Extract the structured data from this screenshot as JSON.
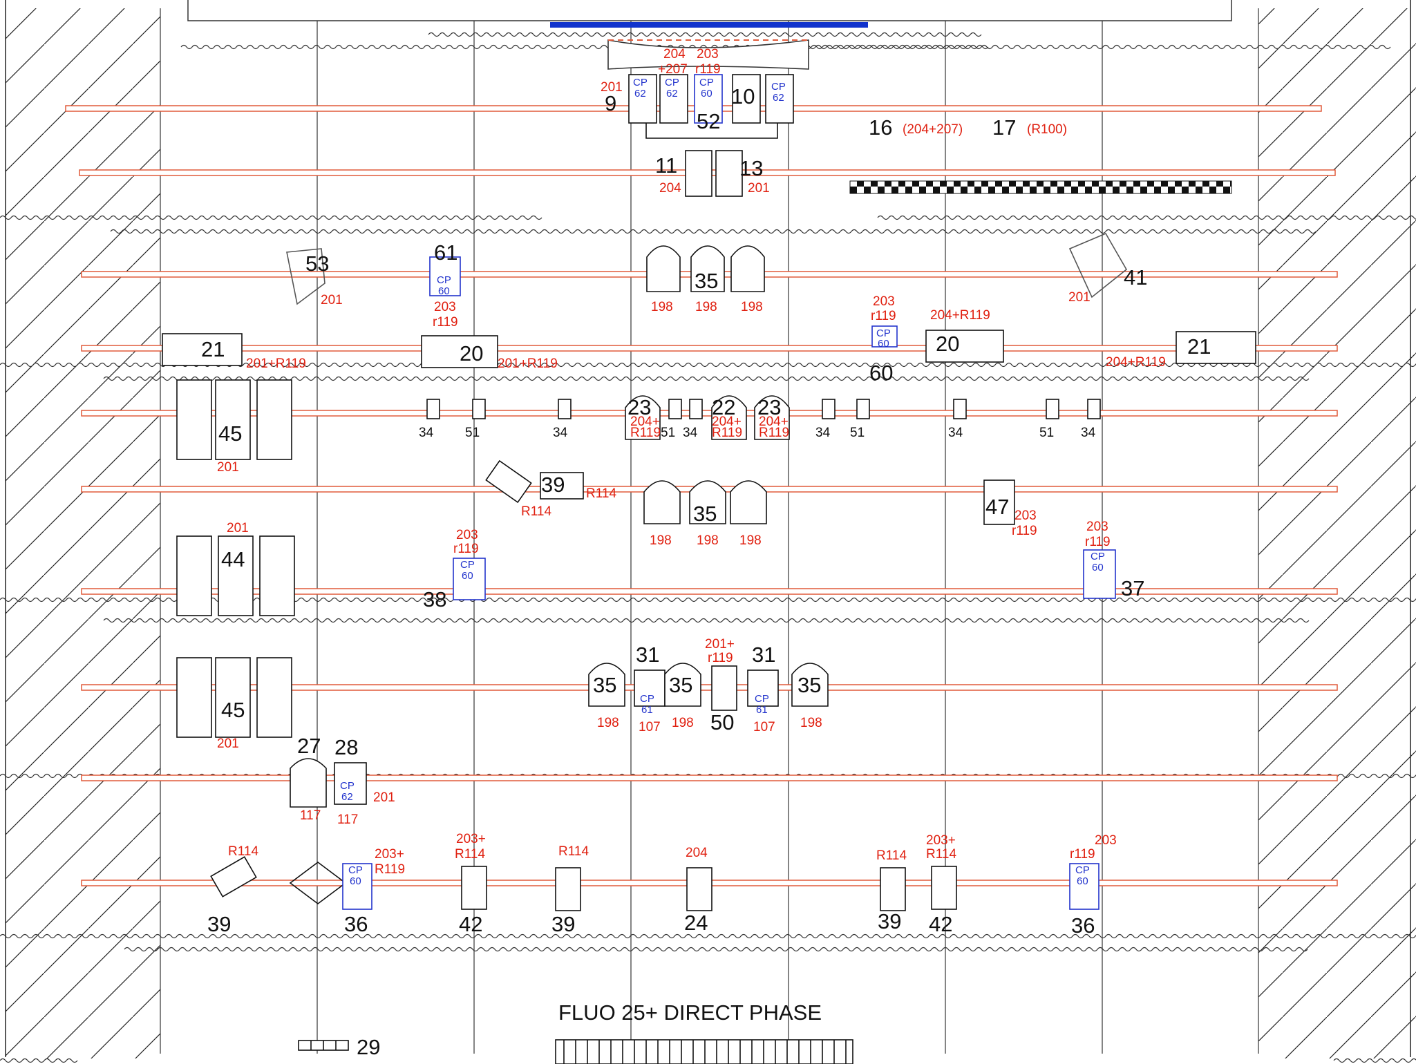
{
  "diagram_title": "FLUO 25+ DIRECT PHASE",
  "colors": {
    "pipe": "#e05a3a",
    "gel_label": "#e02010",
    "cp_label": "#2233cc",
    "stage_bar": "#1133cc",
    "line": "#111111"
  },
  "bars": [
    {
      "id": "bar-1",
      "label_16": "16",
      "gel_16": "(204+207)",
      "label_17": "17",
      "gel_17": "(R100)"
    },
    {
      "id": "bar-2",
      "l11": "11",
      "g11": "204",
      "l13": "13",
      "g13": "201"
    }
  ],
  "labels": {
    "n9": "9",
    "n10": "10",
    "n52": "52",
    "g201a": "201",
    "g204p207a": "204",
    "g204p207b": "+207",
    "g203a": "203",
    "gr119a": "r119",
    "cp62a": "CP",
    "cp62an": "62",
    "cp62b": "CP",
    "cp62bn": "62",
    "cp60a": "CP",
    "cp60an": "60",
    "cp62c": "CP",
    "cp62cn": "62",
    "n53": "53",
    "g53": "201",
    "n61": "61",
    "cp61": "CP",
    "cp61n": "60",
    "g61a": "203",
    "g61b": "r119",
    "n35a": "35",
    "g198a": "198",
    "g198b": "198",
    "g198c": "198",
    "n41": "41",
    "g41": "201",
    "n21a": "21",
    "g21a": "201+R119",
    "n20a": "20",
    "g20a": "201+R119",
    "g60a": "203",
    "g60b": "r119",
    "cp60r": "CP",
    "cp60rn": "60",
    "n60": "60",
    "n20b": "20",
    "g20b": "204+R119",
    "n21b": "21",
    "g21b": "204+R119",
    "n45a": "45",
    "g45a": "201",
    "s34a": "34",
    "s51a": "51",
    "s34b": "34",
    "n23a": "23",
    "g23a1": "204+",
    "g23a2": "R119",
    "s51b": "51",
    "s34c": "34",
    "n22": "22",
    "g22a": "204+",
    "g22b": "R119",
    "n23b": "23",
    "g23b1": "204+",
    "g23b2": "R119",
    "s34d": "34",
    "s51c": "51",
    "s34e": "34",
    "s51d": "51",
    "s34f": "34",
    "n39a": "39",
    "g39a": "R114",
    "g39b": "R114",
    "n35b": "35",
    "g198d": "198",
    "g198e": "198",
    "g198f": "198",
    "n47": "47",
    "g47a": "203",
    "g47b": "r119",
    "g44": "201",
    "n44": "44",
    "g38a": "203",
    "g38b": "r119",
    "cp38": "CP",
    "cp38n": "60",
    "n38": "38",
    "g37a": "203",
    "g37b": "r119",
    "cp37": "CP",
    "cp37n": "60",
    "n37": "37",
    "n45b": "45",
    "g45b": "201",
    "n35c": "35",
    "g198g": "198",
    "n31a": "31",
    "cp31a": "CP",
    "cp31an": "61",
    "g107a": "107",
    "n35d": "35",
    "g198h": "198",
    "g50a": "201+",
    "g50b": "r119",
    "n50": "50",
    "n31b": "31",
    "cp31b": "CP",
    "cp31bn": "61",
    "g107b": "107",
    "n35e": "35",
    "g198i": "198",
    "n27": "27",
    "g117a": "117",
    "n28": "28",
    "cp28": "CP",
    "cp28n": "62",
    "g117b": "117",
    "g28": "201",
    "g39c": "R114",
    "n39c": "39",
    "g36a1": "203+",
    "g36a2": "R119",
    "cp36a": "CP",
    "cp36an": "60",
    "n36a": "36",
    "g42a1": "203+",
    "g42a2": "R114",
    "n42a": "42",
    "g39d": "R114",
    "n39d": "39",
    "g24": "204",
    "n24": "24",
    "g39e": "R114",
    "n39e": "39",
    "g42b1": "203+",
    "g42b2": "R114",
    "n42b": "42",
    "g36b1": "203",
    "g36b2": "r119",
    "cp36b": "CP",
    "cp36bn": "60",
    "n36b": "36",
    "n29": "29"
  }
}
